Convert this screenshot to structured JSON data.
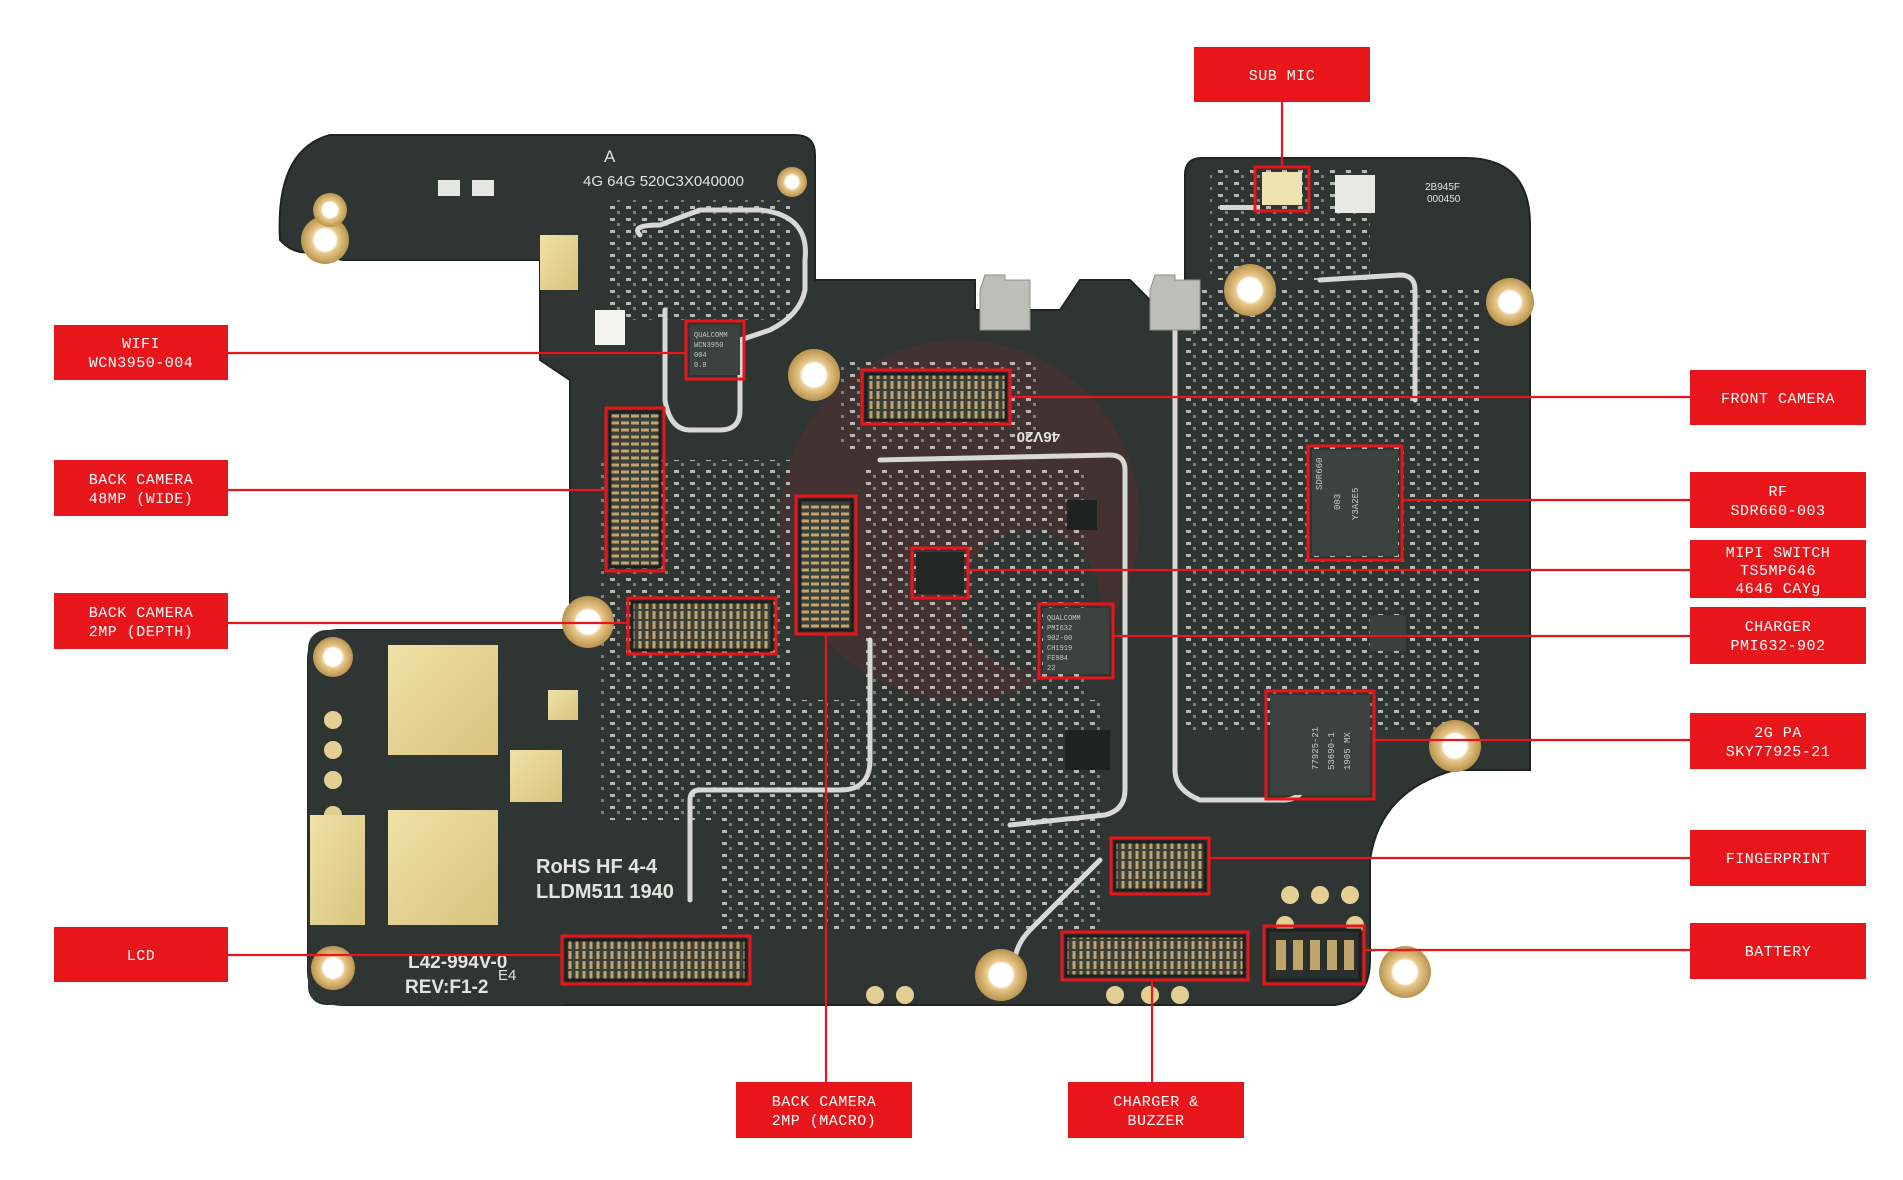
{
  "labels": {
    "sub_mic": [
      "SUB MIC"
    ],
    "wifi": [
      "WIFI",
      "WCN3950-004"
    ],
    "back_cam_wide": [
      "BACK CAMERA",
      "48MP (WIDE)"
    ],
    "back_cam_depth": [
      "BACK CAMERA",
      "2MP (DEPTH)"
    ],
    "lcd": [
      "LCD"
    ],
    "back_cam_macro": [
      "BACK CAMERA",
      "2MP (MACRO)"
    ],
    "charger_buzzer": [
      "CHARGER &",
      "BUZZER"
    ],
    "front_camera": [
      "FRONT CAMERA"
    ],
    "rf": [
      "RF",
      "SDR660-003"
    ],
    "mipi_switch": [
      "MIPI SWITCH",
      "TS5MP646",
      "4646 CAYg"
    ],
    "charger": [
      "CHARGER",
      "PMI632-902"
    ],
    "pa_2g": [
      "2G PA",
      "SKY77925-21"
    ],
    "fingerprint": [
      "FINGERPRINT"
    ],
    "battery": [
      "BATTERY"
    ]
  },
  "silkscreen": {
    "variant": "A",
    "board_id": "4G  64G  520C3X040000",
    "rohs": "RoHS HF 4-4",
    "lldm": "LLDM511 1940",
    "part": "L42-994V-0",
    "rev": "REV:F1-2",
    "e4": "E4",
    "code_right": "2B945F",
    "code_right2": "000450",
    "flip": "46V20"
  },
  "chips": {
    "wifi": [
      "QUALCOMM",
      "WCN3950",
      "004",
      "0.8"
    ],
    "charger": [
      "QUALCOMM",
      "PMI632",
      "902-00",
      "CH1919",
      "FE984",
      "22"
    ],
    "rf": [
      "SDR660",
      "003",
      "Y3A2E5"
    ],
    "pa": [
      "77925-21",
      "53690-1",
      "1905 MX"
    ]
  },
  "colors": {
    "accent": "#e8151b",
    "pcb": "#2f3532"
  }
}
